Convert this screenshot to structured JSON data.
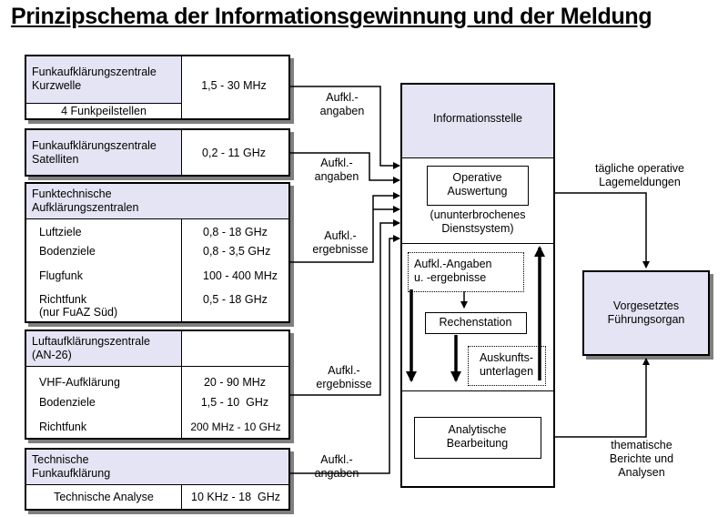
{
  "title": "Prinzipschema der Informationsgewinnung und der Meldung",
  "sources": {
    "kurzwelle": {
      "name": "Funkaufklärungszentrale\nKurzwelle",
      "sub": "4 Funkpeilstellen",
      "freq": "1,5 - 30 MHz"
    },
    "satelliten": {
      "name": "Funkaufklärungszentrale\nSatelliten",
      "freq": "0,2 - 11 GHz"
    },
    "funktechnische": {
      "name": "Funktechnische\nAufklärungszentralen",
      "rows": [
        {
          "label": "Luftziele",
          "freq": "0,8 - 18 GHz"
        },
        {
          "label": "Bodenziele",
          "freq": "0,8 - 3,5 GHz"
        },
        {
          "label": "Flugfunk",
          "freq": "100 - 400 MHz"
        },
        {
          "label": "Richtfunk\n(nur FuAZ Süd)",
          "freq": "0,5 - 18 GHz"
        }
      ]
    },
    "luftaufklaerung": {
      "name": "Luftaufklärungszentrale\n(AN-26)",
      "rows": [
        {
          "label": "VHF-Aufklärung",
          "freq": "20 - 90 MHz"
        },
        {
          "label": "Bodenziele",
          "freq": "1,5 - 10  GHz"
        },
        {
          "label": "Richtfunk",
          "freq": "200 MHz - 10 GHz"
        }
      ]
    },
    "technische": {
      "name": "Technische\nFunkaufklärung",
      "sub": "Technische Analyse",
      "freq": "10 KHz - 18  GHz"
    }
  },
  "flow_labels": {
    "l1": "Aufkl.-\nangaben",
    "l2": "Aufkl.-\nangaben",
    "l3": "Aufkl.-\nergebnisse",
    "l4": "Aufkl.-\nergebnisse",
    "l5": "Aufkl.-\nangaben"
  },
  "center": {
    "informationsstelle": "Informationsstelle",
    "operative": "Operative\nAuswertung",
    "dienstsystem": "(ununterbrochenes\nDienstsystem)",
    "angaben": "Aufkl.-Angaben\nu. -ergebnisse",
    "rechenstation": "Rechenstation",
    "auskunft": "Auskunfts-\nunterlagen",
    "analytische": "Analytische\nBearbeitung"
  },
  "right": {
    "lagemeldungen": "tägliche operative\nLagemeldungen",
    "fuehrungsorgan": "Vorgesetztes\nFührungsorgan",
    "berichte": "thematische\nBerichte und\nAnalysen"
  }
}
